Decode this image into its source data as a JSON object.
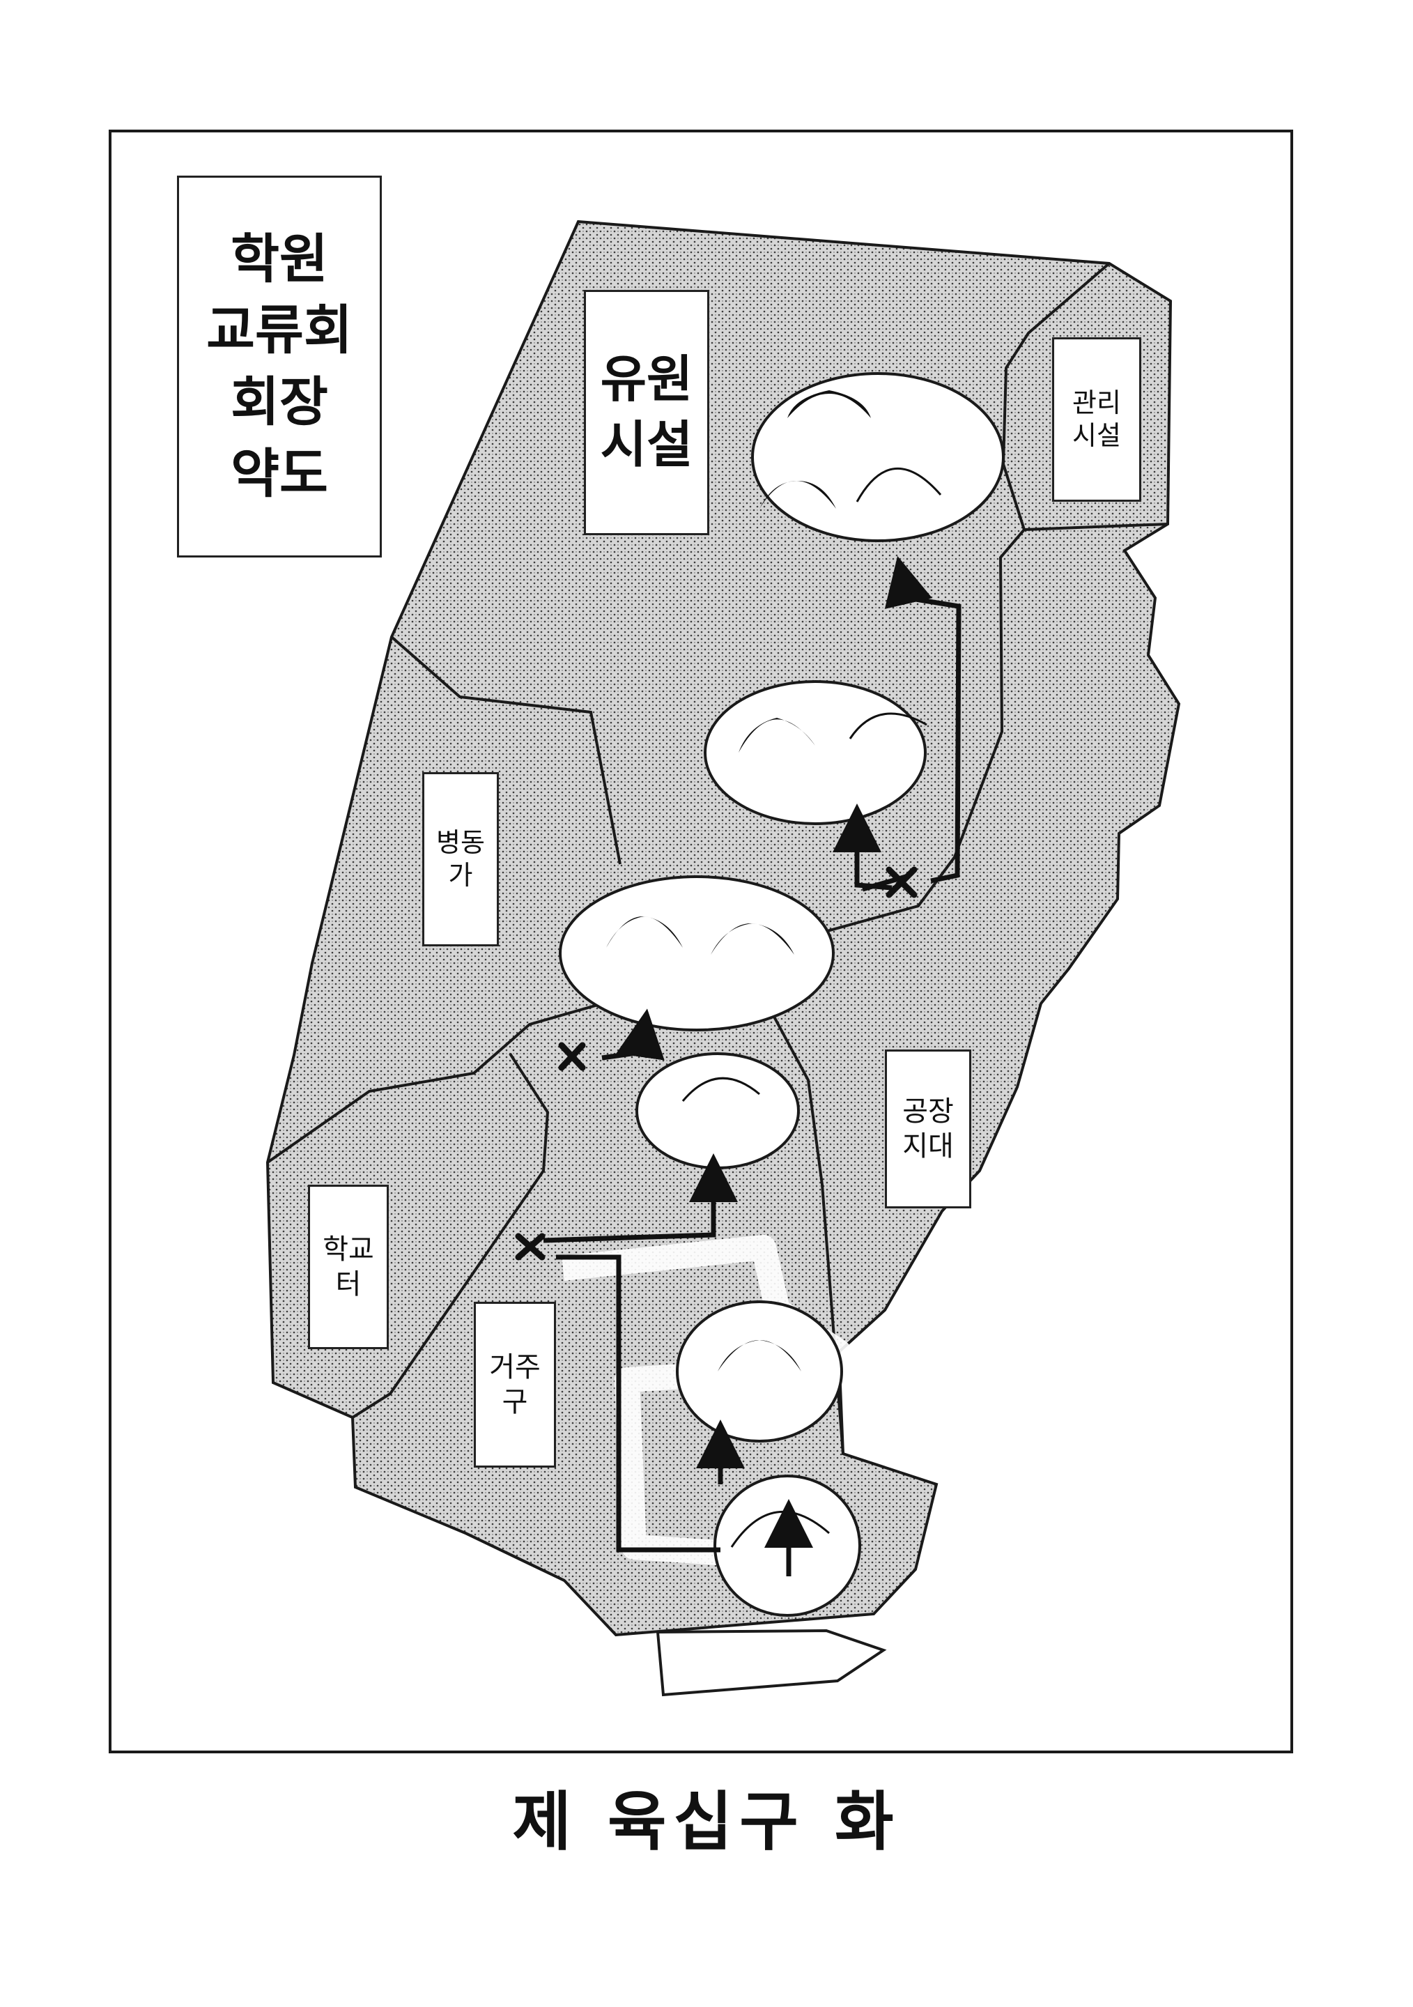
{
  "map": {
    "title": "학원\n교류회\n회장\n약도",
    "districts": [
      {
        "id": "amusement",
        "label": "유원\n시설"
      },
      {
        "id": "management",
        "label": "관리\n시설"
      },
      {
        "id": "ward",
        "label": "병동\n가"
      },
      {
        "id": "factory",
        "label": "공장\n지대"
      },
      {
        "id": "school",
        "label": "학교\n터"
      },
      {
        "id": "residence",
        "label": "거주\n구"
      }
    ]
  },
  "chapter": {
    "title": "제 육십구 화"
  },
  "colors": {
    "ink": "#1a1a1a",
    "paper": "#ffffff",
    "stipple": "#333333"
  }
}
